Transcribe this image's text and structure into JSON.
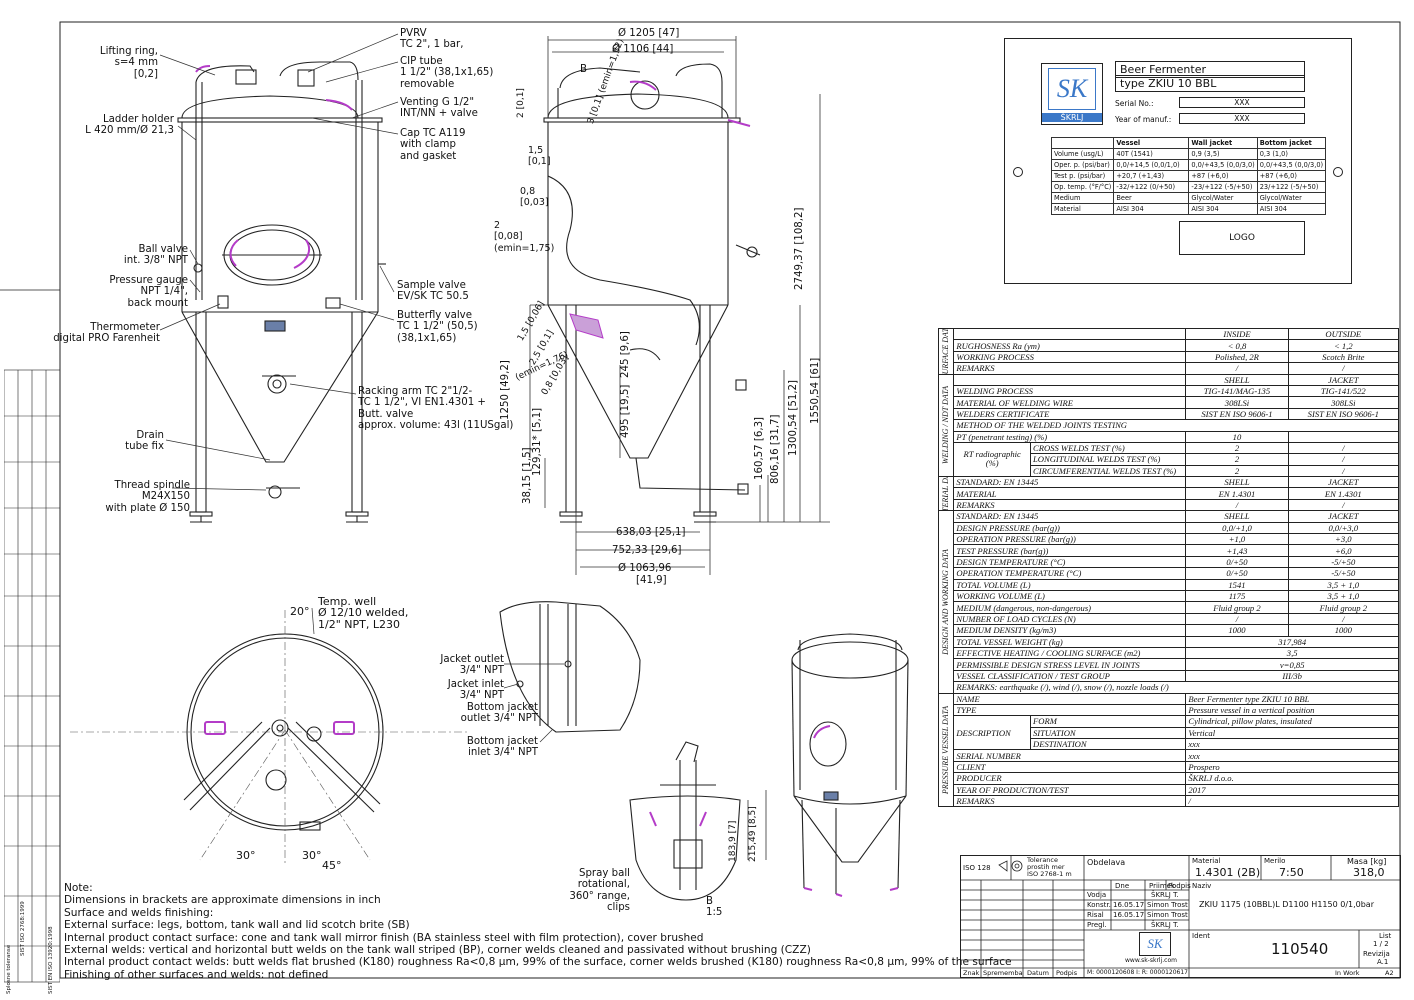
{
  "labels": {
    "lifting_ring": [
      "Lifting ring,",
      "s=4     mm",
      "[0,2]"
    ],
    "ladder_holder": [
      "Ladder holder",
      "L 420 mm/Ø 21,3"
    ],
    "ball_valve": [
      "Ball valve",
      "int. 3/8\" NPT"
    ],
    "pressure_gauge": [
      "Pressure gauge",
      "NPT 1/4\",",
      "back mount"
    ],
    "thermometer": [
      "Thermometer",
      "digital PRO Farenheit"
    ],
    "drain": [
      "Drain",
      "tube fix"
    ],
    "thread_spindle": [
      "Thread spindle",
      "M24X150",
      "with plate Ø 150"
    ],
    "pvrv": [
      "PVRV",
      "TC 2\", 1 bar,"
    ],
    "cip_tube": [
      "CIP tube",
      "1 1/2\" (38,1x1,65)",
      "removable"
    ],
    "venting": [
      "Venting G 1/2\"",
      "INT/NN + valve"
    ],
    "cap": [
      "Cap TC A119",
      "with clamp",
      "and gasket"
    ],
    "sample_valve": [
      "Sample valve",
      "EV/SK TC 50.5"
    ],
    "butterfly_valve": [
      "Butterfly valve",
      "TC 1 1/2\" (50,5)",
      "(38,1x1,65)"
    ],
    "racking_arm": [
      "Racking arm TC 2\"1/2-",
      "TC 1 1/2\", VI EN1.4301 +",
      "Butt. valve",
      "approx. volume: 43l (11USgal)"
    ],
    "temp_well": [
      "Temp. well",
      "Ø  12/10 welded,",
      "1/2\" NPT, L230"
    ],
    "jacket_outlet": [
      "Jacket outlet",
      "3/4\" NPT"
    ],
    "jacket_inlet": [
      "Jacket inlet",
      "3/4\" NPT"
    ],
    "bottom_jacket_outlet": [
      "Bottom jacket",
      "outlet 3/4\" NPT"
    ],
    "bottom_jacket_inlet": [
      "Bottom jacket",
      "inlet 3/4\" NPT"
    ],
    "spray_ball": [
      "Spray ball",
      "rotational,",
      "360° range,",
      "clips"
    ],
    "detail_b": "B",
    "detail_b_scale": "1:5",
    "angle_20": "20°",
    "angle_30_left": "30°",
    "angle_30_right": "30°",
    "angle_45": "45°"
  },
  "dimensions": {
    "d1205": "Ø 1205  [47]",
    "d1106": "Ø 1106  [44]",
    "d638": "638,03  [25,1]",
    "d752": "752,33  [29,6]",
    "d1063": "Ø 1063,96",
    "d1063_in": "[41,9]",
    "h2749": "2749,37  [108,2]",
    "h1550": "1550,54  [61]",
    "h1300": "1300,54  [51,2]",
    "h806": "806,16  [31,7]",
    "h160": "160,57  [6,3]",
    "h1250": "1250",
    "h1250_in": "[49,2]",
    "h495": "495",
    "h495_in": "[19,5]",
    "h245": "245",
    "h245_in": "[9,6]",
    "h129": "129,31*",
    "h129_in": "[5,1]",
    "h38": "38,15",
    "h38_in": "[1,5]",
    "t3": "3 [0,1]",
    "t2": "2",
    "t2_in": "[0,1]",
    "t15a": "1,5",
    "t15a_in": "[0,1]",
    "t08a": "0,8",
    "t08a_in": "[0,03]",
    "t2b": "2",
    "t2b_in": "[0,08]",
    "t2b_emin": "(emin=1,75)",
    "emin132": "(emin=1,32)",
    "t15b": "1,5",
    "t15b_in": "[0,06]",
    "t25": "2,5",
    "t25_in": "[0,1]",
    "emin176": "(emin=1,76)",
    "t08b": "0,8",
    "t08b_in": "[0,03]",
    "h183": "183,9",
    "h183_in": "[7]",
    "h215": "215,49",
    "h215_in": "[8,5]"
  },
  "plate": {
    "title1": "Beer Fermenter",
    "title2": "type  ZKIU 10 BBL",
    "brand": "ŠKRLJ",
    "serial_label": "Serial No.:",
    "serial_value": "XXX",
    "year_label": "Year of manuf.:",
    "year_value": "XXX",
    "logo": "LOGO",
    "header": [
      "",
      "Vessel",
      "Wall jacket",
      "Bottom jacket"
    ],
    "rows": [
      [
        "Volume (usg/L)",
        "40T (1541)",
        "0,9 (3,5)",
        "0,3 (1,0)"
      ],
      [
        "Oper. p. (psi/bar)",
        "0,0/+14,5 (0,0/1,0)",
        "0,0/+43,5 (0,0/3,0)",
        "0,0/+43,5 (0,0/3,0)"
      ],
      [
        "Test p. (psi/bar)",
        "+20,7 (+1,43)",
        "+87 (+6,0)",
        "+87 (+6,0)"
      ],
      [
        "Op. temp. (°F/°C)",
        "-32/+122 (0/+50)",
        "-23/+122 (-5/+50)",
        "23/+122 (-5/+50)"
      ],
      [
        "Medium",
        "Beer",
        "Glycol/Water",
        "Glycol/Water"
      ],
      [
        "Material",
        "AISI 304",
        "AISI 304",
        "AISI 304"
      ]
    ]
  },
  "spec": {
    "sections": {
      "surface": "SURFACE DATA",
      "welding": "WELDING / NDT DATA",
      "material": "MATERIAL DATA",
      "design": "DESIGN AND WORKING DATA",
      "pressure_vessel": "PRESSURE VESSEL DATA"
    },
    "surface_rows": [
      [
        "",
        "INSIDE",
        "OUTSIDE"
      ],
      [
        "RUGHOSNESS Ra (ym)",
        "< 0,8",
        "< 1,2"
      ],
      [
        "WORKING PROCESS",
        "Polished, 2R",
        "Scotch Brite"
      ],
      [
        "REMARKS",
        "/",
        "/"
      ]
    ],
    "welding_rows": [
      [
        "",
        "SHELL",
        "JACKET"
      ],
      [
        "WELDING PROCESS",
        "TIG-141/MAG-135",
        "TIG-141/522"
      ],
      [
        "MATERIAL OF WELDING WIRE",
        "308LSi",
        "308LSi"
      ],
      [
        "WELDERS CERTIFICATE",
        "SIST EN ISO 9606-1",
        "SIST EN ISO 9606-1"
      ]
    ],
    "method_row": "METHOD OF THE WELDED JOINTS TESTING",
    "pt_row": [
      "PT (penetrant testing) (%)",
      "10",
      ""
    ],
    "rt_label": "RT radiographic (%)",
    "rt_rows": [
      [
        "CROSS WELDS TEST (%)",
        "2",
        "/"
      ],
      [
        "LONGITUDINAL WELDS TEST (%)",
        "2",
        "/"
      ],
      [
        "CIRCUMFERENTIAL WELDS TEST (%)",
        "2",
        "/"
      ]
    ],
    "material_rows": [
      [
        "STANDARD: EN 13445",
        "SHELL",
        "JACKET"
      ],
      [
        "MATERIAL",
        "EN 1.4301",
        "EN 1.4301"
      ],
      [
        "REMARKS",
        "/",
        "/"
      ]
    ],
    "design_rows": [
      [
        "STANDARD: EN 13445",
        "SHELL",
        "JACKET"
      ],
      [
        "DESIGN PRESSURE (bar(g))",
        "0,0/+1,0",
        "0,0/+3,0"
      ],
      [
        "OPERATION PRESSURE (bar(g))",
        "+1,0",
        "+3,0"
      ],
      [
        "TEST PRESSURE (bar(g))",
        "+1,43",
        "+6,0"
      ],
      [
        "DESIGN TEMPERATURE (°C)",
        "0/+50",
        "-5/+50"
      ],
      [
        "OPERATION TEMPERATURE (°C)",
        "0/+50",
        "-5/+50"
      ],
      [
        "TOTAL VOLUME (L)",
        "1541",
        "3,5 + 1,0"
      ],
      [
        "WORKING VOLUME (L)",
        "1175",
        "3,5 + 1,0"
      ],
      [
        "MEDIUM (dangerous, non-dangerous)",
        "Fluid group 2",
        "Fluid group 2"
      ],
      [
        "NUMBER OF LOAD CYCLES (N)",
        "/",
        "/"
      ],
      [
        "MEDIUM DENSITY (kg/m3)",
        "1000",
        "1000"
      ]
    ],
    "design_span_rows": [
      [
        "TOTAL VESSEL WEIGHT (kg)",
        "317,984"
      ],
      [
        "EFFECTIVE HEATING / COOLING SURFACE (m2)",
        "3,5"
      ],
      [
        "PERMISSIBLE DESIGN STRESS LEVEL IN JOINTS",
        "v=0,85"
      ],
      [
        "VESSEL CLASSIFICATION / TEST GROUP",
        "III/3b"
      ]
    ],
    "remarks_row": "REMARKS: earthquake (/), wind (/), snow (/), nozzle loads (/)",
    "pv_rows": [
      [
        "NAME",
        "",
        "Beer Fermenter  type ZKIU 10 BBL"
      ],
      [
        "TYPE",
        "",
        "Pressure vessel in a vertical position"
      ],
      [
        "",
        "FORM",
        "Cylindrical, pillow plates, insulated"
      ],
      [
        "DESCRIPTION",
        "SITUATION",
        "Vertical"
      ],
      [
        "",
        "DESTINATION",
        "xxx"
      ],
      [
        "SERIAL NUMBER",
        "",
        "xxx"
      ],
      [
        "CLIENT",
        "",
        "Prospero"
      ],
      [
        "PRODUCER",
        "",
        "ŠKRLJ d.o.o."
      ],
      [
        "YEAR OF PRODUCTION/TEST",
        "",
        "2017"
      ],
      [
        "REMARKS",
        "",
        "/"
      ]
    ]
  },
  "title_block": {
    "iso": "ISO 128",
    "tolerance": [
      "Tolerance",
      "prostih mer",
      "ISO 2768-1  m"
    ],
    "obdelava": "Obdelava",
    "material_label": "Material",
    "material_value": "1.4301 (2B)",
    "merilo_label": "Merilo",
    "merilo_value": "7:50",
    "masa_label": "Masa [kg]",
    "masa_value": "318,0",
    "head_dne": "Dne",
    "head_priimek": "Priimek",
    "head_podpis": "Podpis",
    "naziv_label": "Naziv",
    "rows": [
      [
        "Vodja",
        "",
        "ŠKRLJ T."
      ],
      [
        "Konstr.",
        "16.05.17",
        "Simon Trost"
      ],
      [
        "Risal",
        "16.05.17",
        "Simon Trost"
      ],
      [
        "Pregl.",
        "",
        "ŠKRLJ T."
      ]
    ],
    "naziv": "ZKIU 1175 (10BBL)L D1100 H1150  0/1,0bar",
    "ident_label": "Ident",
    "ident": "110540",
    "list_label": "List",
    "list": "1 / 2",
    "revizija_label": "Revizija",
    "revizija": "A.1",
    "website": "www.sk-skrlj.com",
    "bottom": [
      "Znak",
      "Sprememba",
      "Datum",
      "Podpis"
    ],
    "file": "M: 0000120608 I: R: 0000120617",
    "status": "In Work",
    "sheet": "A2"
  },
  "notes": [
    "Note:",
    "Dimensions in brackets are approximate dimensions in inch",
    "Surface and welds finishing:",
    "External surface: legs, bottom, tank wall and lid scotch brite (SB)",
    "Internal product contact surface: cone and tank wall mirror finish (BA stainless steel with film protection), cover brushed",
    "External welds: vertical and horizontal butt welds on the tank wall striped (BP), corner welds cleaned and passivated without brushing (CZZ)",
    "Internal product contact welds: butt welds flat brushed (K180) roughness Ra<0,8 μm, 99% of the surface,  corner welds brushed (K180) roughness Ra<0,8 μm, 99% of the surface",
    "Finishing of other surfaces and welds: not defined"
  ],
  "tolerance_strip": {
    "sist": "SIST EN ISO 13920:1998",
    "zgoraj": "Splosne toleranse",
    "iso": "SIST ISO 2768:1999"
  },
  "colors": {
    "line": "#222222",
    "accent": "#b43cc8",
    "dim": "#333333"
  }
}
